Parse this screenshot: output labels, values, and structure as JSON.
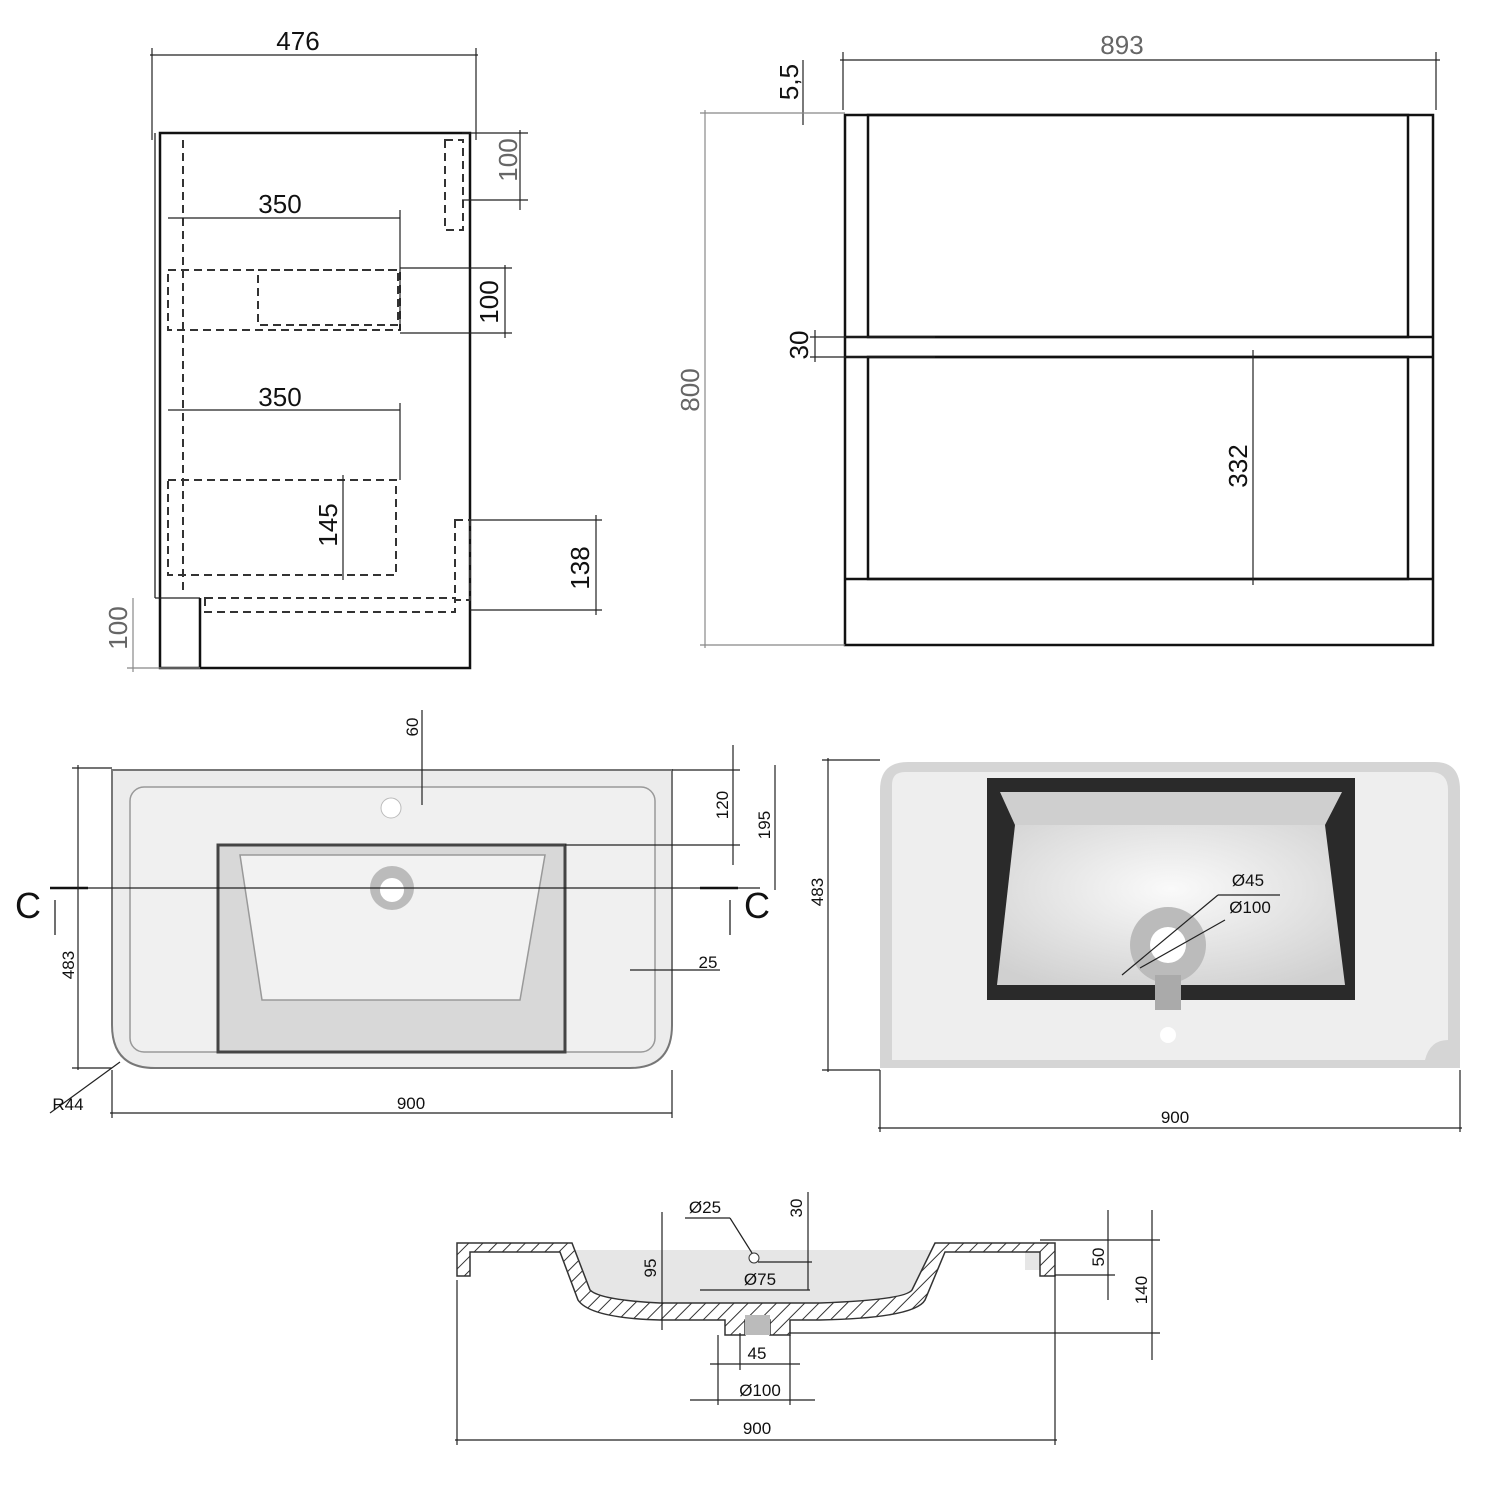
{
  "side_view": {
    "width": "476",
    "drawer_depth_top": "350",
    "top_offset": "100",
    "drawer_gap": "100",
    "drawer_depth_bottom": "350",
    "drawer_height": "145",
    "siphon_height": "138",
    "plinth": "100"
  },
  "front_view": {
    "width": "893",
    "top_thickness": "5,5",
    "height": "800",
    "rail": "30",
    "drawer_height": "332"
  },
  "top_view": {
    "tap_offset": "60",
    "bowl_offset": "120",
    "drain_offset": "195",
    "depth": "483",
    "rim": "25",
    "section_left": "C",
    "section_right": "C",
    "radius": "R44",
    "width": "900"
  },
  "iso_view": {
    "depth": "483",
    "drain_inner": "Ø45",
    "drain_outer": "Ø100",
    "width": "900"
  },
  "section_view": {
    "overflow_dia": "Ø25",
    "overflow_height": "30",
    "bowl_depth": "95",
    "drain_dia": "Ø75",
    "rim_height": "50",
    "total_height": "140",
    "outlet_inner": "45",
    "outlet_outer": "Ø100",
    "width": "900"
  }
}
